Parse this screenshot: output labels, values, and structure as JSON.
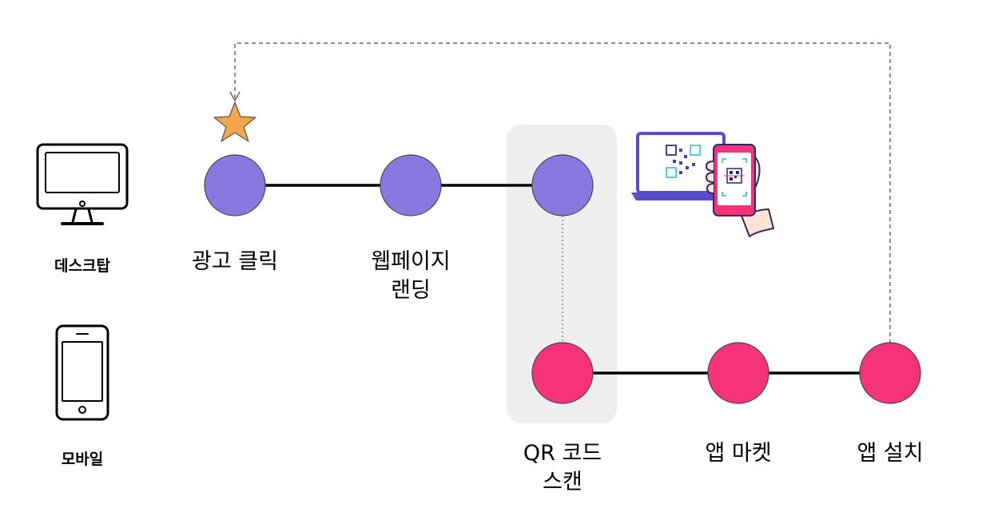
{
  "devices": {
    "desktop": {
      "label": "데스크탑",
      "icon": "desktop-monitor-icon"
    },
    "mobile": {
      "label": "모바일",
      "icon": "smartphone-icon"
    }
  },
  "steps": {
    "ad_click": {
      "line1": "광고 클릭",
      "line2": ""
    },
    "web_landing": {
      "line1": "웹페이지",
      "line2": "랜딩"
    },
    "qr_scan": {
      "line1": "QR 코드",
      "line2": "스캔"
    },
    "app_market": {
      "line1": "앱 마켓",
      "line2": ""
    },
    "app_install": {
      "line1": "앱 설치",
      "line2": ""
    }
  },
  "marker": {
    "icon": "star-icon"
  },
  "illustration": {
    "icon": "qr-scan-laptop-phone-icon"
  },
  "colors": {
    "desktop_node": "#8878E0",
    "mobile_node": "#F5337A",
    "star": "#F6A54A",
    "highlight_band": "#EEEEEE",
    "connector": "#000000",
    "loop_arrow": "#666666"
  }
}
